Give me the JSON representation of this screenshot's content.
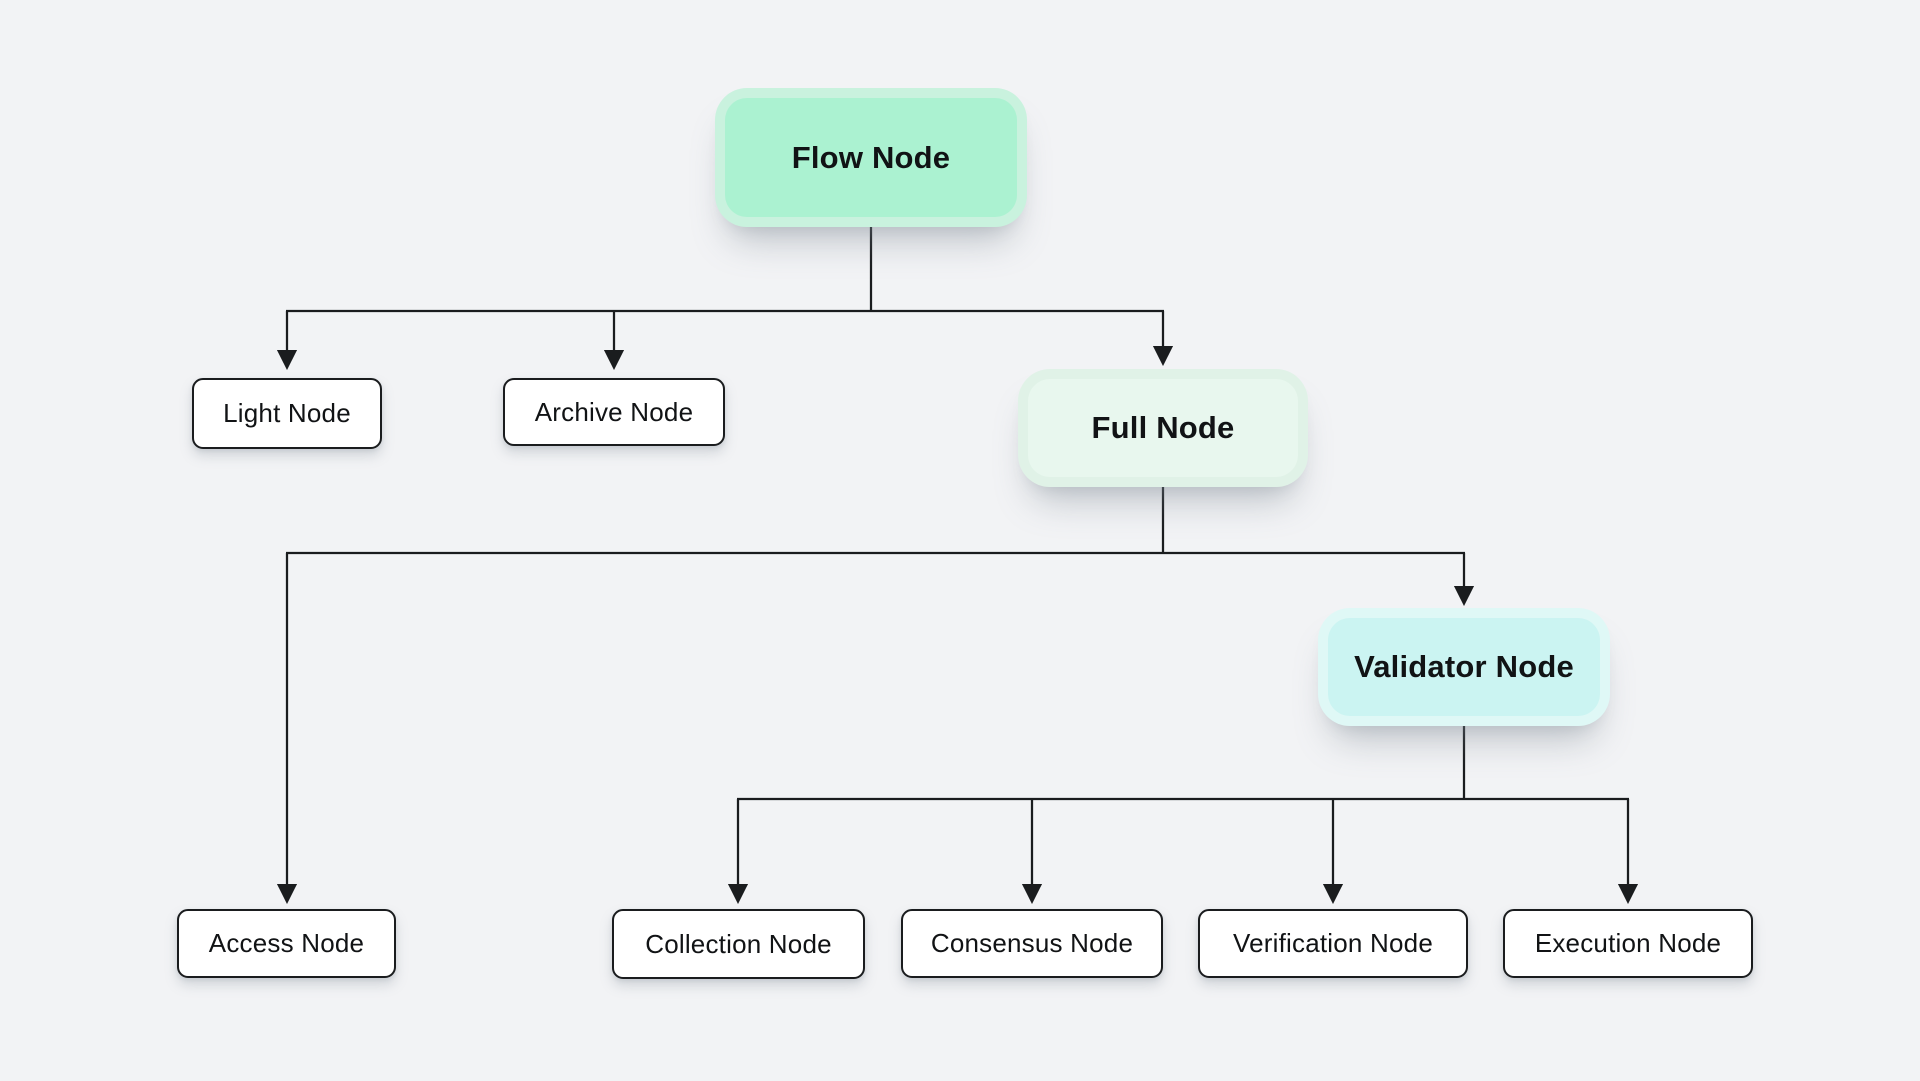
{
  "canvas": {
    "background_color": "#f2f3f5",
    "connector_color": "#1a1c1e"
  },
  "diagram": {
    "type": "org-tree-flowchart",
    "nodes": [
      {
        "id": "flow",
        "label": "Flow Node",
        "fill": "#abf2d1",
        "ring": "#c9f2de",
        "style": "highlight"
      },
      {
        "id": "light",
        "label": "Light Node",
        "fill": "#ffffff",
        "style": "plain"
      },
      {
        "id": "archive",
        "label": "Archive Node",
        "fill": "#ffffff",
        "style": "plain"
      },
      {
        "id": "full",
        "label": "Full Node",
        "fill": "#e8f7ee",
        "ring": "#e0f2e7",
        "style": "highlight"
      },
      {
        "id": "access",
        "label": "Access Node",
        "fill": "#ffffff",
        "style": "plain"
      },
      {
        "id": "validator",
        "label": "Validator Node",
        "fill": "#cbf4f2",
        "ring": "#dff8f6",
        "style": "highlight"
      },
      {
        "id": "collection",
        "label": "Collection Node",
        "fill": "#ffffff",
        "style": "plain"
      },
      {
        "id": "consensus",
        "label": "Consensus Node",
        "fill": "#ffffff",
        "style": "plain"
      },
      {
        "id": "verification",
        "label": "Verification Node",
        "fill": "#ffffff",
        "style": "plain"
      },
      {
        "id": "execution",
        "label": "Execution Node",
        "fill": "#ffffff",
        "style": "plain"
      }
    ],
    "edges": [
      {
        "from": "Flow Node",
        "to": "Light Node"
      },
      {
        "from": "Flow Node",
        "to": "Archive Node"
      },
      {
        "from": "Flow Node",
        "to": "Full Node"
      },
      {
        "from": "Full Node",
        "to": "Access Node"
      },
      {
        "from": "Full Node",
        "to": "Validator Node"
      },
      {
        "from": "Validator Node",
        "to": "Collection Node"
      },
      {
        "from": "Validator Node",
        "to": "Consensus Node"
      },
      {
        "from": "Validator Node",
        "to": "Verification Node"
      },
      {
        "from": "Validator Node",
        "to": "Execution Node"
      }
    ]
  }
}
